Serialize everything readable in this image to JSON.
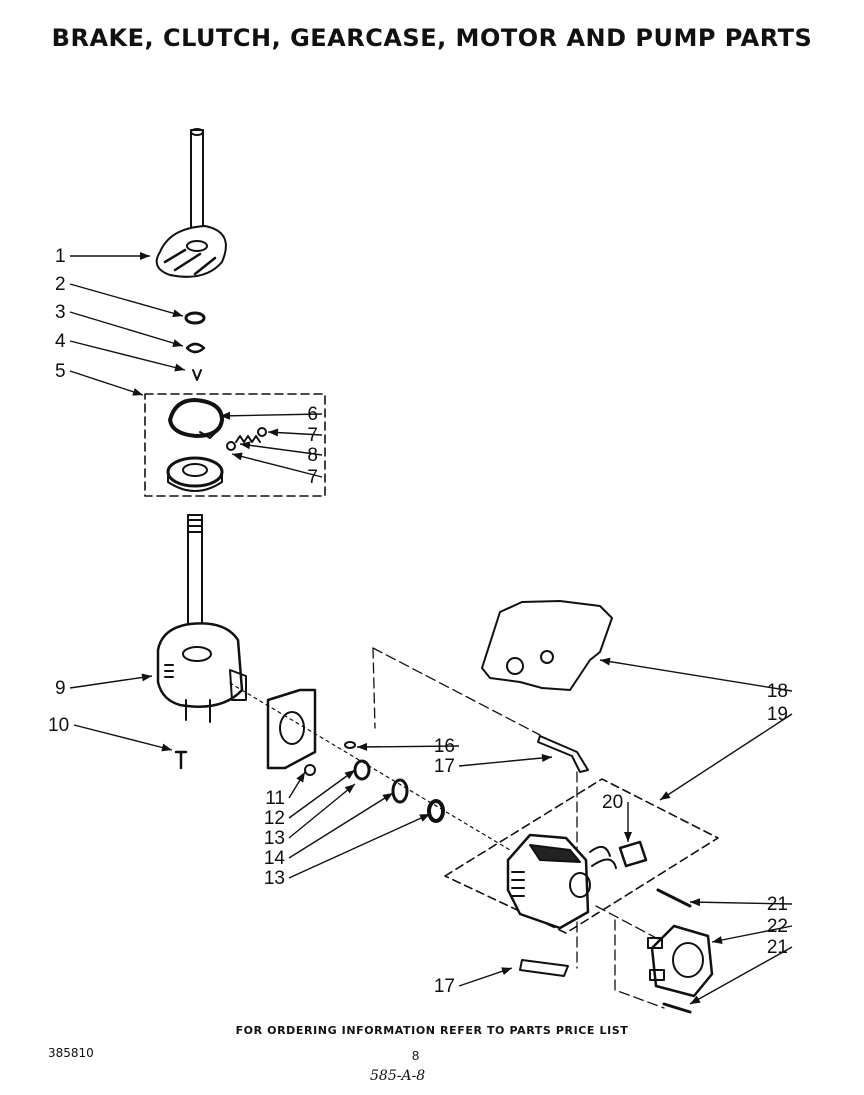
{
  "page": {
    "title": "BRAKE, CLUTCH, GEARCASE, MOTOR AND PUMP PARTS",
    "footer_note": "FOR ORDERING INFORMATION REFER TO PARTS PRICE LIST",
    "doc_number": "385810",
    "page_number": "8",
    "handwritten_code": "585-A-8"
  },
  "callouts": [
    "1",
    "2",
    "3",
    "4",
    "5",
    "6",
    "7",
    "8",
    "7",
    "9",
    "10",
    "16",
    "17",
    "11",
    "12",
    "13",
    "14",
    "13",
    "18",
    "19",
    "20",
    "21",
    "22",
    "21",
    "17"
  ]
}
